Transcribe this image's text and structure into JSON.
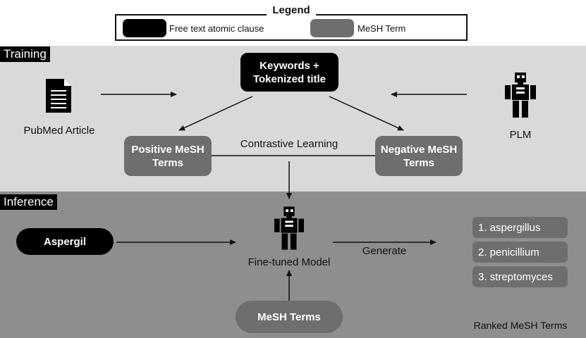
{
  "legend": {
    "title": "Legend",
    "items": [
      {
        "label": "Free text atomic clause",
        "color": "#000000"
      },
      {
        "label": "MeSH Term",
        "color": "#6e6e6e"
      }
    ]
  },
  "training": {
    "section_label": "Training",
    "pubmed_label": "PubMed Article",
    "keywords_node": "Keywords +\nTokenized title",
    "plm_label": "PLM",
    "positive_node": "Positive MeSH\nTerms",
    "negative_node": "Negative MeSH\nTerms",
    "contrastive_label": "Contrastive Learning"
  },
  "inference": {
    "section_label": "Inference",
    "input_node": "Aspergil",
    "model_label": "Fine-tuned Model",
    "generate_label": "Generate",
    "mesh_terms_node": "MeSH Terms",
    "ranked_items": [
      "1. aspergillus",
      "2. penicillium",
      "3. streptomyces"
    ],
    "ranked_label": "Ranked MeSH Terms"
  },
  "icons": {
    "document": "document-icon",
    "robot": "robot-icon"
  },
  "colors": {
    "training_bg": "#d9d9d9",
    "inference_bg": "#8e8e8e",
    "free_text": "#000000",
    "mesh_term": "#6e6e6e"
  }
}
